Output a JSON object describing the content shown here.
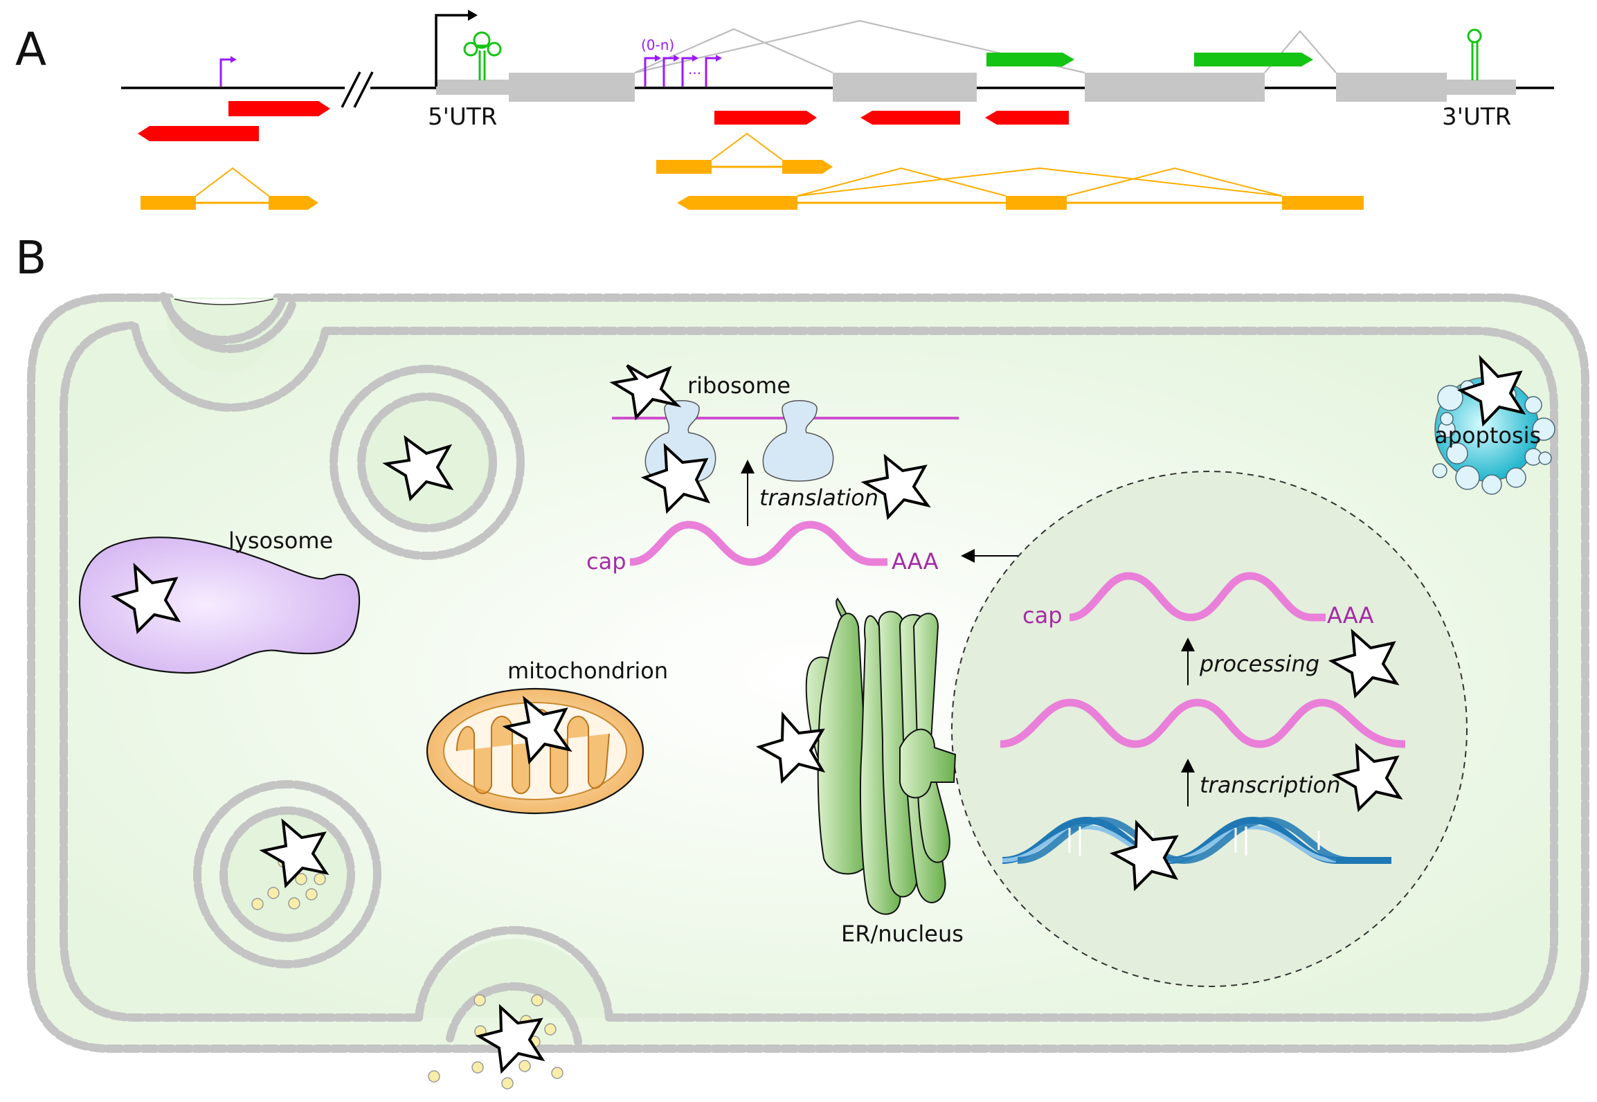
{
  "panels": {
    "a": {
      "label": "A"
    },
    "b": {
      "label": "B"
    }
  },
  "gene_model": {
    "five_utr": "5'UTR",
    "three_utr": "3'UTR",
    "tss_repeat_label": "(0-n)",
    "tss_repeat_ellipsis": "..."
  },
  "cell": {
    "organelles": {
      "lysosome": "lysosome",
      "mitochondrion": "mitochondrion",
      "ribosome": "ribosome",
      "er_nucleus": "ER/nucleus",
      "apoptosis": "apoptosis"
    },
    "steps": {
      "translation": "translation",
      "processing": "processing",
      "transcription": "transcription"
    },
    "mrna_ends": {
      "cap": "cap",
      "polya": "AAA"
    }
  },
  "colors": {
    "rna": "#e97fd9",
    "rna_text": "#a52aa5",
    "red_feature": "#ff0000",
    "orange_feature": "#ffad00",
    "green_feature": "#14c414",
    "purple_tss": "#9a1aff",
    "membrane": "#c4c4c4",
    "cytoplasm": "#eaf7e4"
  }
}
